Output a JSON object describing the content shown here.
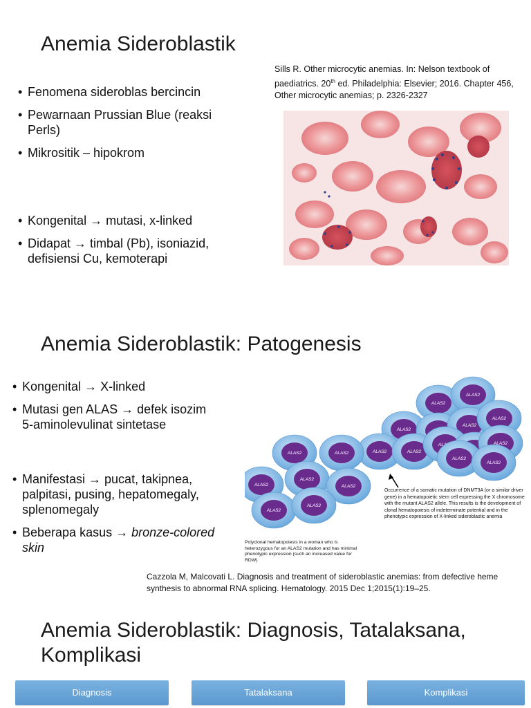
{
  "slide1": {
    "title": "Anemia Sideroblastik",
    "bullets_a": [
      "Fenomena sideroblas bercincin",
      "Pewarnaan Prussian Blue (reaksi Perls)",
      "Mikrositik – hipokrom"
    ],
    "bullets_b": [
      "Kongenital → mutasi, x-linked",
      "Didapat → timbal (Pb), isoniazid, defisiensi Cu, kemoterapi"
    ],
    "ref_line1": "Sills R. Other microcytic anemias. In: Nelson textbook of",
    "ref_line2a": "paediatrics. 20",
    "ref_sup": "th",
    "ref_line2b": " ed. Philadelphia: Elsevier; 2016. Chapter 456,",
    "ref_line3": "Other microcytic anemias; p. 2326-2327"
  },
  "slide2": {
    "title": "Anemia Sideroblastik: Patogenesis",
    "bullets_a": [
      "Kongenital → X-linked",
      "Mutasi gen ALAS → defek isozim 5-aminolevulinat sintetase"
    ],
    "bullets_b": [
      "Manifestasi → pucat, takipnea, palpitasi, pusing, hepatomegaly, splenomegaly"
    ],
    "bullet_c_plain": "Beberapa kasus → ",
    "bullet_c_italic": "bronze-colored skin",
    "diagram": {
      "cell_label": "ALAS2",
      "annotation_right": "Occurrence of a somatic mutation of DNMT3A (or a similar driver gene) in a hematopoietic stem cell expressing the X chromosome with the mutant ALAS2 allele. This results is the development of clonal hematopoiesis of indeterminate potential and in the phenotypic expression of X-linked sideroblastic anemia",
      "annotation_left": "Polyclonal hematopoiesis in a woman who is heterozygous for an ALAS2 mutation and has minimal phenotypic expression (such an increased value for RDW)"
    },
    "ref_line1": "Cazzola M, Malcovati L. Diagnosis and treatment of sideroblastic anemias: from defective heme",
    "ref_line2": "synthesis to abnormal RNA splicing. Hematology. 2015 Dec 1;2015(1):19–25."
  },
  "slide3": {
    "title_line1": "Anemia Sideroblastik: Diagnosis, Tatalaksana,",
    "title_line2": "Komplikasi",
    "buttons": [
      "Diagnosis",
      "Tatalaksana",
      "Komplikasi"
    ]
  },
  "colors": {
    "button": "#6aa6d8",
    "cell_outer": "#7fb9e8",
    "cell_inner": "#6a2c8c"
  }
}
